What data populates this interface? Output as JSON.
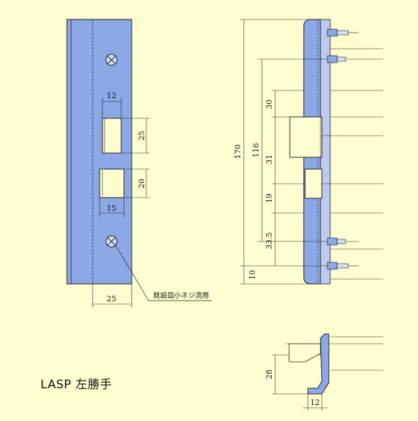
{
  "title": "LASP 左勝手",
  "note": "既設皿小ネジ流用",
  "colors": {
    "background": "#fefed0",
    "plate": "#8da8e6",
    "plate_dark": "#6f8bd0",
    "line": "#1a1a1a"
  },
  "front_view": {
    "dim_top_slot_width": "12",
    "dim_top_slot_height": "25",
    "dim_bottom_slot_height": "20",
    "dim_bottom_slot_width": "15",
    "dim_plate_width": "25"
  },
  "side_view": {
    "dim_total": "170",
    "dim_between_screws": "116",
    "dim_a": "30",
    "dim_b": "31",
    "dim_c": "19",
    "dim_d": "33.5",
    "dim_e": "10"
  },
  "section_view": {
    "dim_height": "28",
    "dim_width": "12"
  }
}
